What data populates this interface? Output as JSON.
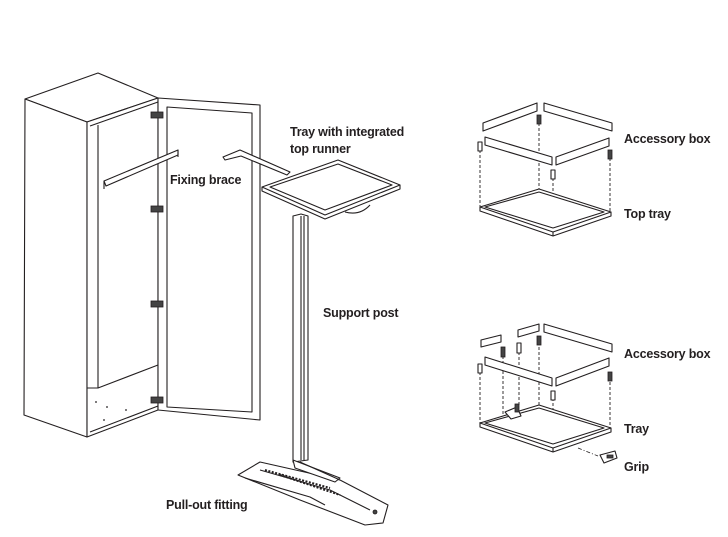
{
  "labels": {
    "tray_runner_line1": "Tray with integrated",
    "tray_runner_line2": "top runner",
    "fixing_brace": "Fixing brace",
    "support_post": "Support post",
    "pull_out_fitting": "Pull-out fitting",
    "accessory_box_top": "Accessory box",
    "top_tray": "Top tray",
    "accessory_box_bottom": "Accessory box",
    "tray": "Tray",
    "grip": "Grip"
  }
}
